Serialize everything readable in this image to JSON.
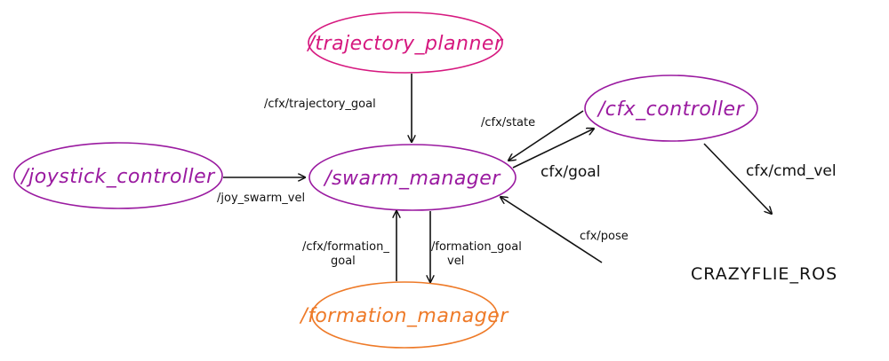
{
  "nodes": {
    "trajectory_planner": {
      "label": "/trajectory_planner",
      "color": "#d6187f"
    },
    "cfx_controller": {
      "label": "/cfx_controller",
      "color": "#9a1aa0"
    },
    "joystick_controller": {
      "label": "/joystick_controller",
      "color": "#9a1aa0"
    },
    "swarm_manager": {
      "label": "/swarm_manager",
      "color": "#9a1aa0"
    },
    "formation_manager": {
      "label": "/formation_manager",
      "color": "#ee7a28"
    },
    "crazyflie_ros": {
      "label": "CRAZYFLIE_ROS"
    }
  },
  "edges": {
    "trajectory_goal": "/cfx/trajectory_goal",
    "cfx_state": "/cfx/state",
    "cfx_goal": "cfx/goal",
    "cfx_cmd_vel": "cfx/cmd_vel",
    "joy_swarm_vel": "/joy_swarm_vel",
    "cfx_pose": "cfx/pose",
    "cfx_formation_goal_line1": "/cfx/formation_",
    "cfx_formation_goal_line2": "goal",
    "formation_goal_vel_line1": "/formation_goal",
    "formation_goal_vel_line2": "vel"
  }
}
